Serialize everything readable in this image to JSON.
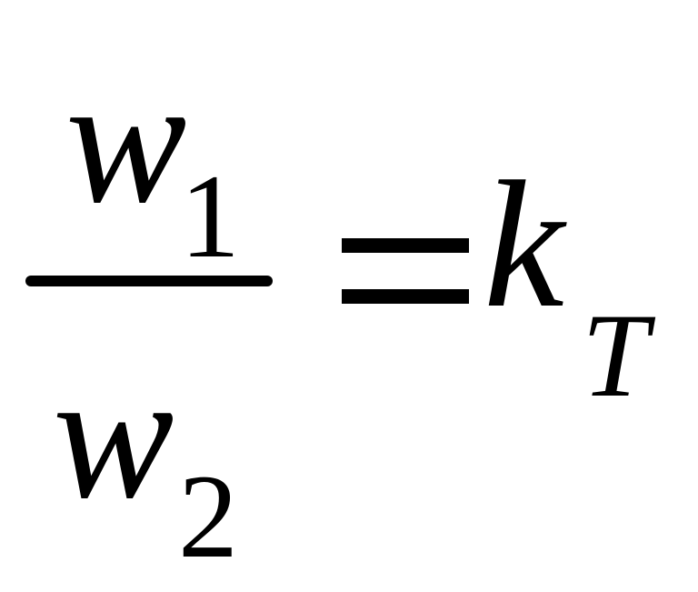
{
  "formula": {
    "numerator": {
      "symbol": "w",
      "subscript": "1"
    },
    "denominator": {
      "symbol": "w",
      "subscript": "2"
    },
    "operator": "=",
    "right_side": {
      "symbol": "k",
      "subscript": "T"
    }
  }
}
